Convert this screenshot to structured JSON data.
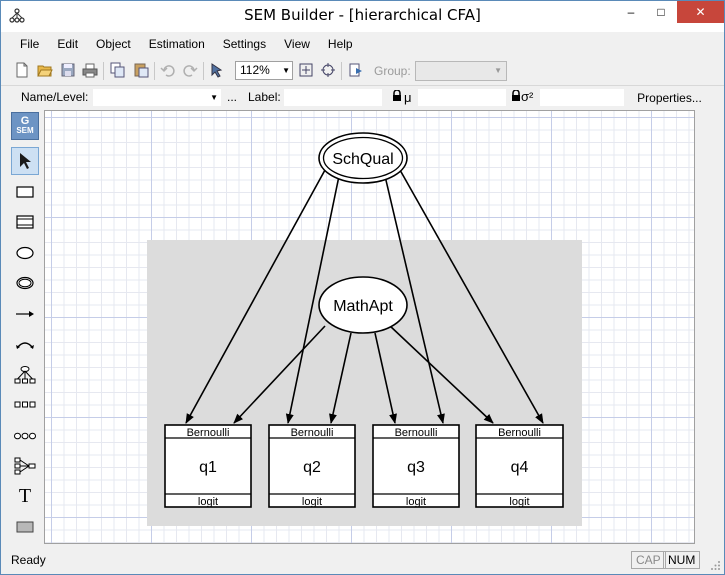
{
  "window": {
    "title": "SEM Builder - [hierarchical CFA]",
    "minimize": "–",
    "maximize": "□",
    "close": "✕"
  },
  "menu": [
    "File",
    "Edit",
    "Object",
    "Estimation",
    "Settings",
    "View",
    "Help"
  ],
  "toolbar": {
    "zoom_value": "112%",
    "group_label": "Group:",
    "group_value": ""
  },
  "propbar": {
    "name_level_label": "Name/Level:",
    "name_level_value": "",
    "ellipsis": "...",
    "label_label": "Label:",
    "label_value": "",
    "mu_label": "μ",
    "mu_value": "",
    "sigma_label": "σ²",
    "sigma_value": "",
    "properties_button": "Properties..."
  },
  "palette": {
    "gsem_line1": "G",
    "gsem_line2": "SEM",
    "text_tool": "T"
  },
  "diagram": {
    "top_latent": "SchQual",
    "mid_latent": "MathApt",
    "observed": [
      {
        "name": "q1",
        "family": "Bernoulli",
        "link": "logit"
      },
      {
        "name": "q2",
        "family": "Bernoulli",
        "link": "logit"
      },
      {
        "name": "q3",
        "family": "Bernoulli",
        "link": "logit"
      },
      {
        "name": "q4",
        "family": "Bernoulli",
        "link": "logit"
      }
    ],
    "level_box_color": "#dcdcdc"
  },
  "status": {
    "text": "Ready",
    "cap": "CAP",
    "num": "NUM"
  }
}
